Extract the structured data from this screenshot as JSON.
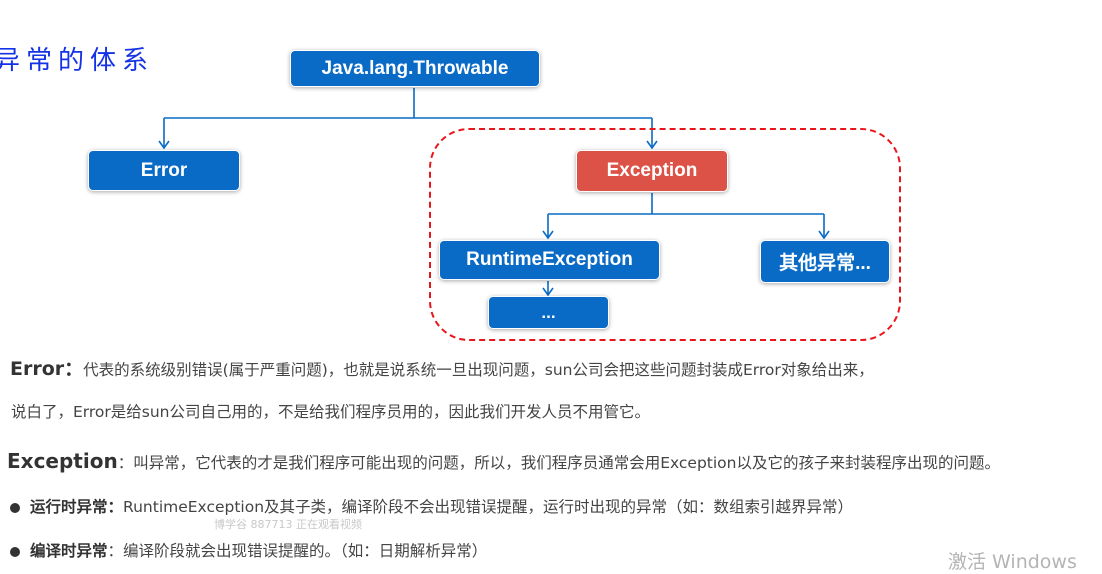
{
  "slide": {
    "title": "异常的体系",
    "diagram": {
      "root": "Java.lang.Throwable",
      "error": "Error",
      "exception": "Exception",
      "runtime_exception": "RuntimeException",
      "other_exceptions": "其他异常...",
      "runtime_children": "...",
      "colors": {
        "node_blue": "#0a6bc6",
        "node_red": "#dd5246",
        "highlight_dash": "#e8161a",
        "connector": "#0a6bc6"
      }
    },
    "paragraphs": {
      "error_label": "Error：",
      "error_text": "代表的系统级别错误(属于严重问题)，也就是说系统一旦出现问题，sun公司会把这些问题封装成Error对象给出来，",
      "error_text2": "说白了，Error是给sun公司自己用的，不是给我们程序员用的，因此我们开发人员不用管它。",
      "exception_label": "Exception",
      "exception_text": "：叫异常，它代表的才是我们程序可能出现的问题，所以，我们程序员通常会用Exception以及它的孩子来封装程序出现的问题。"
    },
    "bullets": [
      {
        "label": "运行时异常：",
        "text": "RuntimeException及其子类，编译阶段不会出现错误提醒，运行时出现的异常（如：数组索引越界异常）"
      },
      {
        "label": "编译时异常",
        "text": "：编译阶段就会出现错误提醒的。（如：日期解析异常）"
      }
    ],
    "overlay": {
      "viewer_watermark": "博学谷 887713 正在观看视频",
      "activate_windows": "激活 Windows"
    }
  }
}
